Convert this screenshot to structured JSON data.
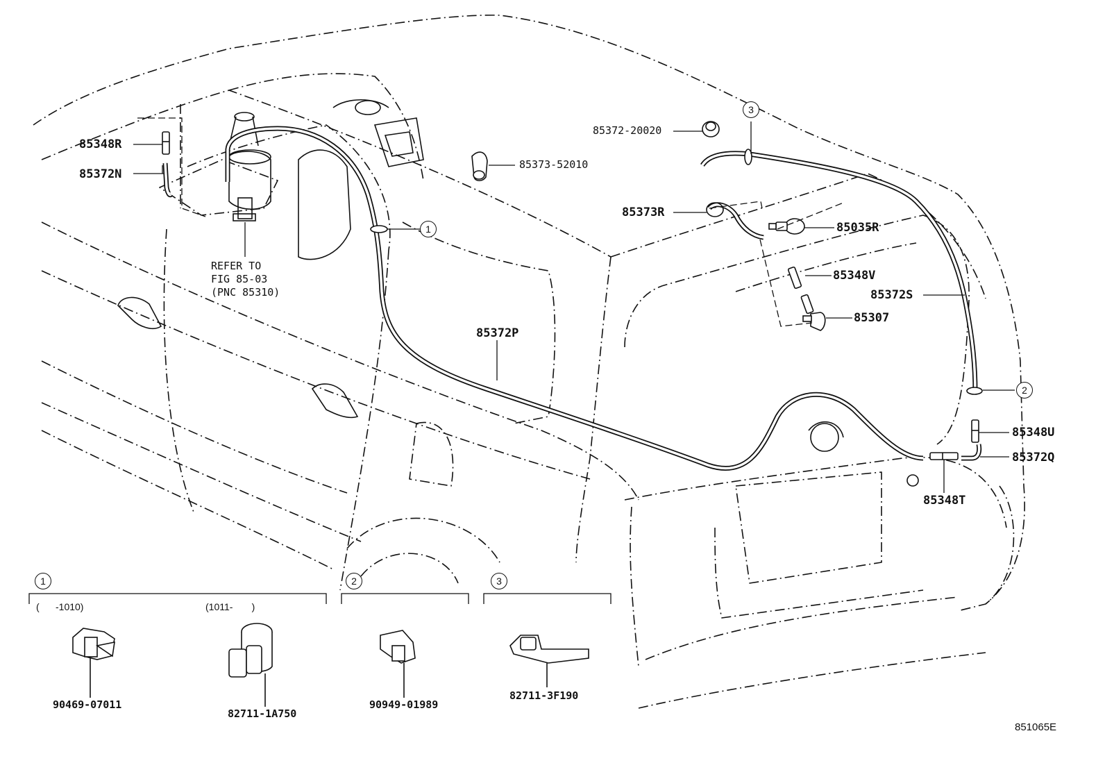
{
  "diagram": {
    "figure_number": "851065E",
    "part_labels": {
      "p85348R": "85348R",
      "p85372N": "85372N",
      "p85373_52010": "85373-52010",
      "p85372_20020": "85372-20020",
      "p85373R": "85373R",
      "p85035R": "85035R",
      "p85348V": "85348V",
      "p85372S": "85372S",
      "p85307": "85307",
      "p85372P": "85372P",
      "p85348U": "85348U",
      "p85372Q": "85372Q",
      "p85348T": "85348T"
    },
    "reference_note": "REFER TO\nFIG 85-03\n(PNC 85310)",
    "callouts": [
      "1",
      "2",
      "3"
    ],
    "detail_boxes": {
      "box1": {
        "number": "1",
        "range_left": "(      -1010)",
        "range_right": "(1011-       )",
        "parts": [
          "90469-07011",
          "82711-1A750"
        ]
      },
      "box2": {
        "number": "2",
        "parts": [
          "90949-01989"
        ]
      },
      "box3": {
        "number": "3",
        "parts": [
          "82711-3F190"
        ]
      }
    }
  }
}
